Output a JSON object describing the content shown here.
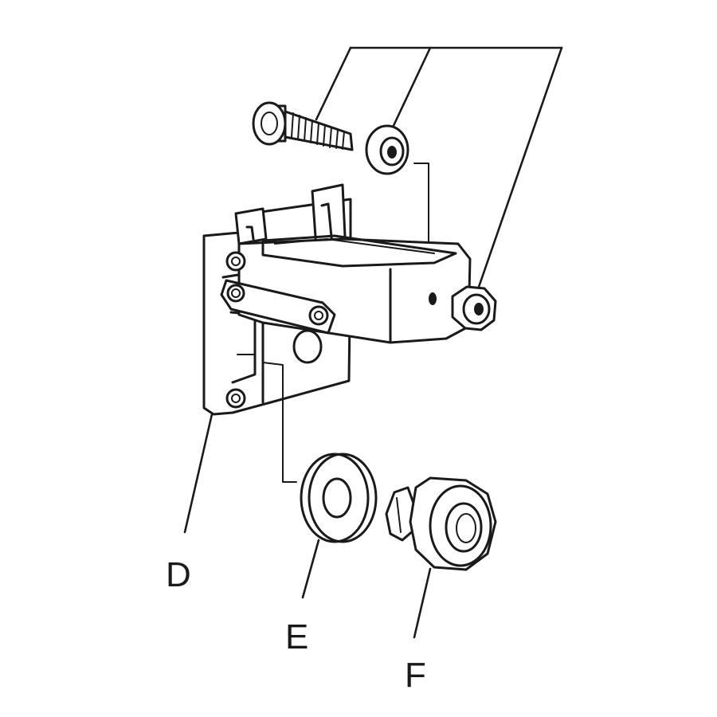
{
  "labels": {
    "d": "D",
    "e": "E",
    "f": "F"
  },
  "colors": {
    "line": "#1a1a1a",
    "background": "#ffffff"
  }
}
